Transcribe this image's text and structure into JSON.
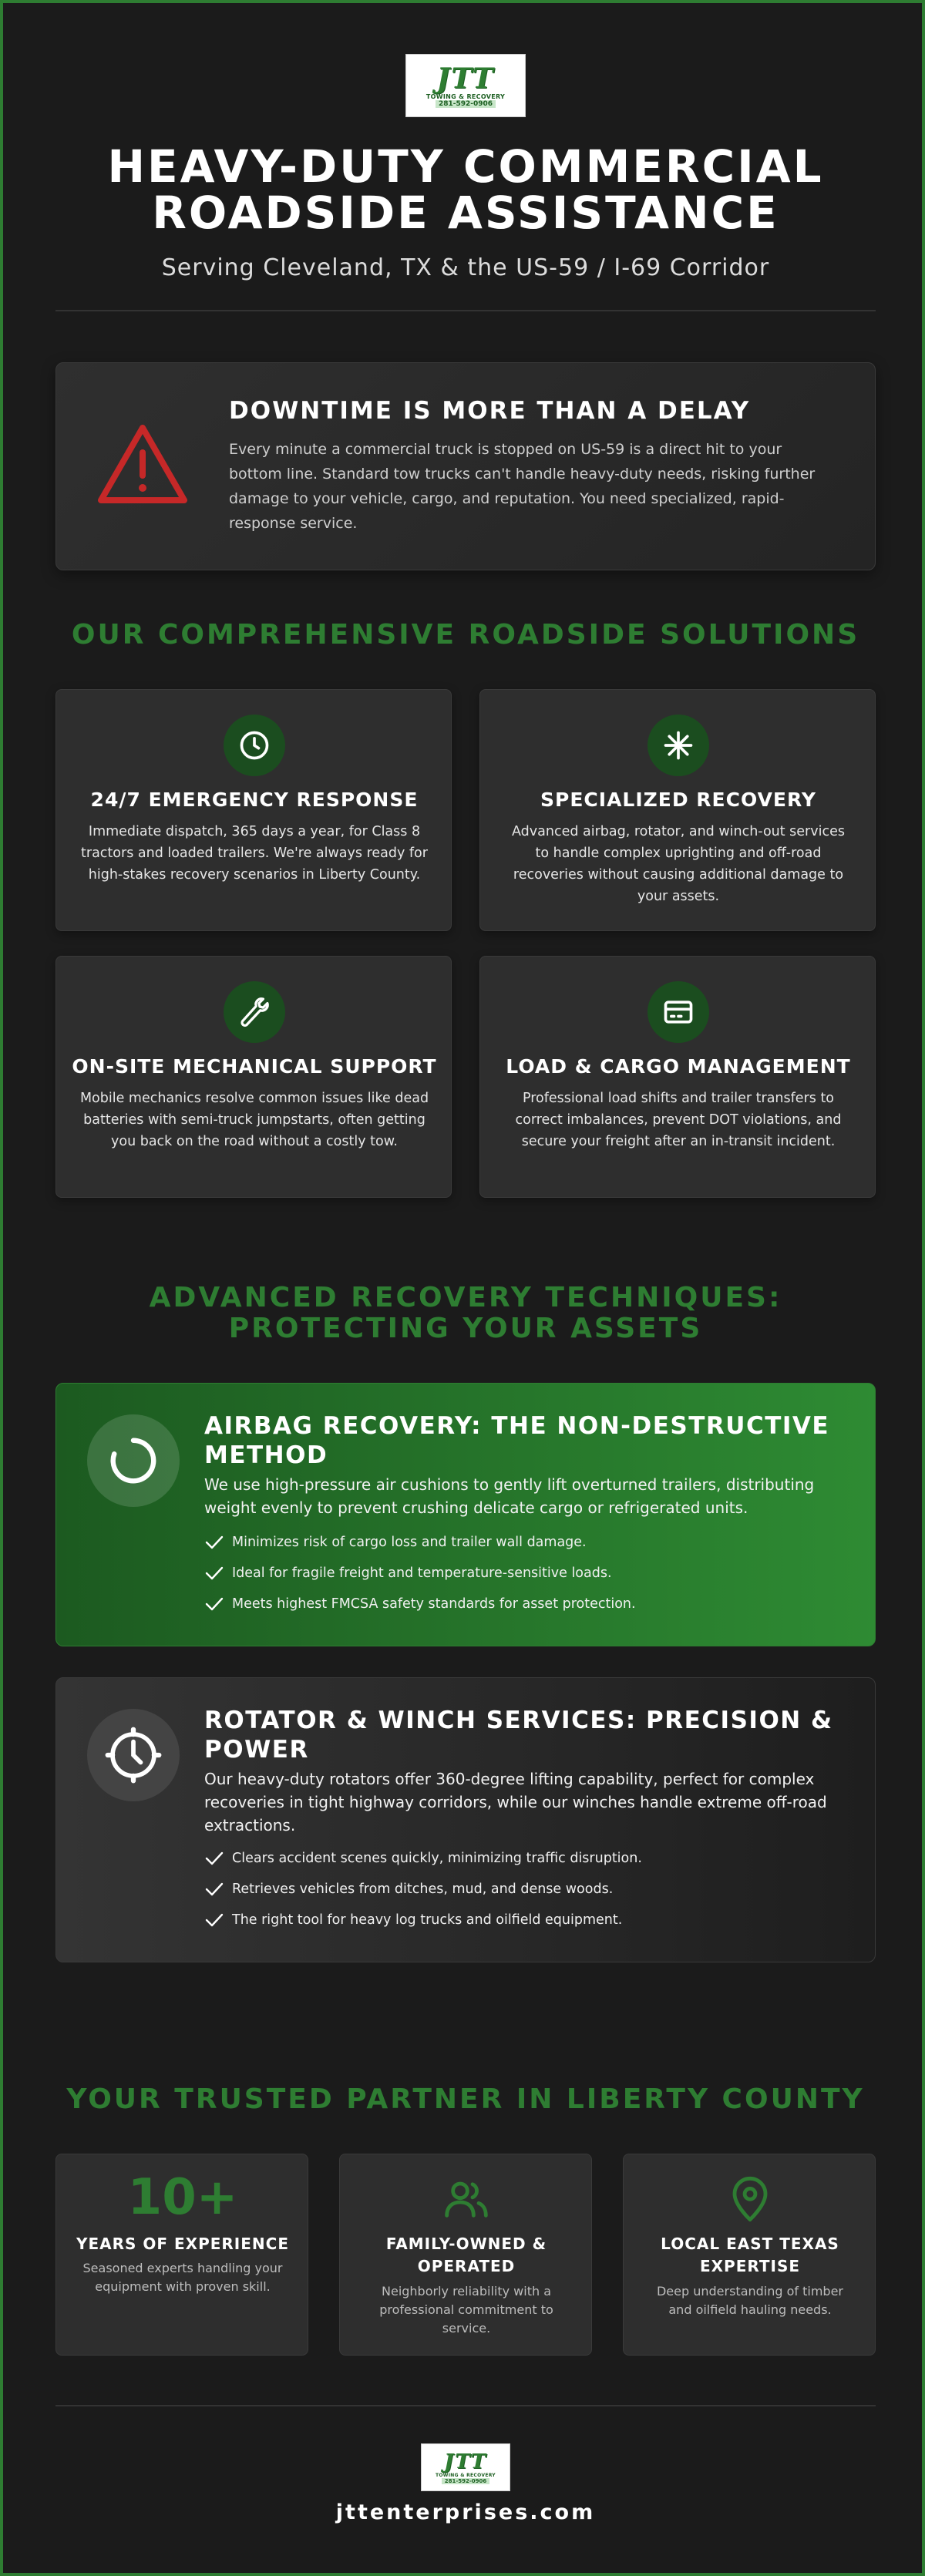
{
  "brand": {
    "logo_text": "JTT",
    "logo_sub": "TOWING & RECOVERY",
    "logo_phone": "281-592-0906"
  },
  "hero": {
    "title_line1": "HEAVY-DUTY COMMERCIAL",
    "title_line2": "ROADSIDE ASSISTANCE",
    "subtitle": "Serving Cleveland, TX & the US-59 / I-69 Corridor"
  },
  "alert": {
    "icon": "warning-triangle-icon",
    "title": "DOWNTIME IS MORE THAN A DELAY",
    "text": "Every minute a commercial truck is stopped on US-59 is a direct hit to your bottom line. Standard tow trucks can't handle heavy-duty needs, risking further damage to your vehicle, cargo, and reputation. You need specialized, rapid-response service."
  },
  "solutions": {
    "heading": "OUR COMPREHENSIVE ROADSIDE SOLUTIONS",
    "items": [
      {
        "icon": "clock-icon",
        "title": "24/7 EMERGENCY RESPONSE",
        "text": "Immediate dispatch, 365 days a year, for Class 8 tractors and loaded trailers. We're always ready for high-stakes recovery scenarios in Liberty County."
      },
      {
        "icon": "asterisk-icon",
        "title": "SPECIALIZED RECOVERY",
        "text": "Advanced airbag, rotator, and winch-out services to handle complex uprighting and off-road recoveries without causing additional damage to your assets."
      },
      {
        "icon": "wrench-icon",
        "title": "ON-SITE MECHANICAL SUPPORT",
        "text": "Mobile mechanics resolve common issues like dead batteries with semi-truck jumpstarts, often getting you back on the road without a costly tow."
      },
      {
        "icon": "card-icon",
        "title": "LOAD & CARGO MANAGEMENT",
        "text": "Professional load shifts and trailer transfers to correct imbalances, prevent DOT violations, and secure your freight after an in-transit incident."
      }
    ]
  },
  "techniques": {
    "heading_line1": "ADVANCED RECOVERY TECHNIQUES:",
    "heading_line2": "PROTECTING YOUR ASSETS",
    "items": [
      {
        "icon": "spinner-icon",
        "title_line1": "AIRBAG RECOVERY: THE NON-DESTRUCTIVE",
        "title_line2": "METHOD",
        "text": "We use high-pressure air cushions to gently lift overturned trailers, distributing weight evenly to prevent crushing delicate cargo or refrigerated units.",
        "bullets": [
          "Minimizes risk of cargo loss and trailer wall damage.",
          "Ideal for fragile freight and temperature-sensitive loads.",
          "Meets highest FMCSA safety standards for asset protection."
        ]
      },
      {
        "icon": "timer-icon",
        "title_line1": "ROTATOR & WINCH SERVICES: PRECISION &",
        "title_line2": "POWER",
        "text": "Our heavy-duty rotators offer 360-degree lifting capability, perfect for complex recoveries in tight highway corridors, while our winches handle extreme off-road extractions.",
        "bullets": [
          "Clears accident scenes quickly, minimizing traffic disruption.",
          "Retrieves vehicles from ditches, mud, and dense woods.",
          "The right tool for heavy log trucks and oilfield equipment."
        ]
      }
    ]
  },
  "partner": {
    "heading": "YOUR TRUSTED PARTNER IN LIBERTY COUNTY",
    "stats": [
      {
        "big": "10+",
        "title": "YEARS OF EXPERIENCE",
        "text": "Seasoned experts handling your equipment with proven skill."
      },
      {
        "icon": "users-icon",
        "title_line1": "FAMILY-OWNED &",
        "title_line2": "OPERATED",
        "text": "Neighborly reliability with a professional commitment to service."
      },
      {
        "icon": "map-pin-icon",
        "title_line1": "LOCAL EAST TEXAS",
        "title_line2": "EXPERTISE",
        "text": "Deep understanding of timber and oilfield hauling needs."
      }
    ]
  },
  "footer": {
    "site": "jttenterprises.com"
  },
  "colors": {
    "accent": "#2e7d32",
    "background": "#1b1b1b",
    "card": "#2e2e2e",
    "alert_red": "#c62828"
  }
}
